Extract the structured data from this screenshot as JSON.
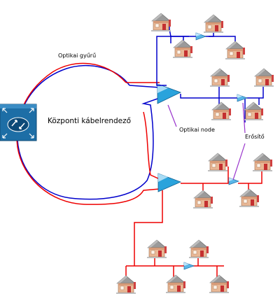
{
  "labels": {
    "ring": "Optikai gyűrű",
    "headend": "Központi kábelrendező",
    "node": "Optikai node",
    "amplifier": "Erősítő"
  },
  "icons": {
    "headend": "switch-router-icon",
    "optical_node": "optical-node-icon",
    "amplifier": "amplifier-icon",
    "house": "house-icon"
  },
  "colors": {
    "blue_fiber": "#0000cc",
    "red_fiber": "#ee0000",
    "coax_blue": "#0000cc",
    "coax_red": "#ee0000",
    "callout": "#9933cc",
    "headend_fill": "#1a6fa8",
    "node_fill": "#2a9fd6",
    "house_wall": "#e8b89a",
    "house_roof": "#999999",
    "house_door": "#cc2222"
  }
}
